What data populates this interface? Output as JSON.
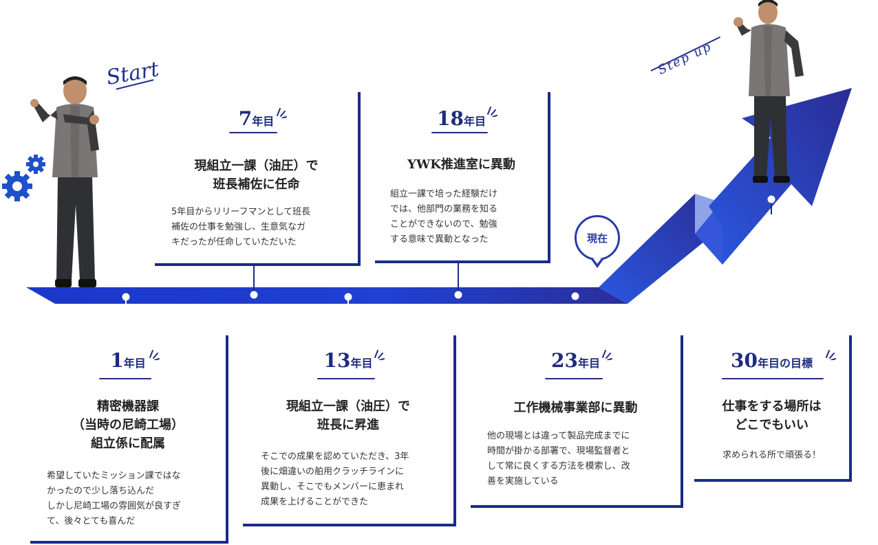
{
  "start_label": "Start",
  "stepup_label": "Step up",
  "current_label": "現在",
  "cards": [
    {
      "num": "7",
      "unit": "年目",
      "title": "現組立一課（油圧）で\n班長補佐に任命",
      "body": "5年目からリリーフマンとして班長\n補佐の仕事を勉強し、生意気なガ\nキだったが任命していただいた"
    },
    {
      "num": "18",
      "unit": "年目",
      "title": "YWK推進室に異動",
      "body": "組立一課で培った経験だけ\nでは、他部門の業務を知る\nことができないので、勉強\nする意味で異動となった"
    },
    {
      "num": "1",
      "unit": "年目",
      "title": "精密機器課\n（当時の尼崎工場）\n組立係に配属",
      "body": "希望していたミッション課ではな\nかったので少し落ち込んだ\nしかし尼崎工場の雰囲気が良すぎ\nて、後々とても喜んだ"
    },
    {
      "num": "13",
      "unit": "年目",
      "title": "現組立一課（油圧）で\n班長に昇進",
      "body": "そこでの成果を認めていただき、3年\n後に畑違いの舶用クラッチラインに\n異動し、そこでもメンバーに恵まれ\n成果を上げることができた"
    },
    {
      "num": "23",
      "unit": "年目",
      "title": "工作機械事業部に異動",
      "body": "他の現場とは違って製品完成までに\n時間が掛かる部署で、現場監督者と\nして常に良くする方法を模索し、改\n善を実施している"
    },
    {
      "num": "30",
      "unit": "年目の目標",
      "title": "仕事をする場所は\nどこでもいい",
      "body": "求められる所で頑張る！"
    }
  ],
  "colors": {
    "primary": "#1d2b7f",
    "road_light": "#2a4fd6",
    "road_dark": "#1a2a8a",
    "gear": "#1e50c8"
  }
}
